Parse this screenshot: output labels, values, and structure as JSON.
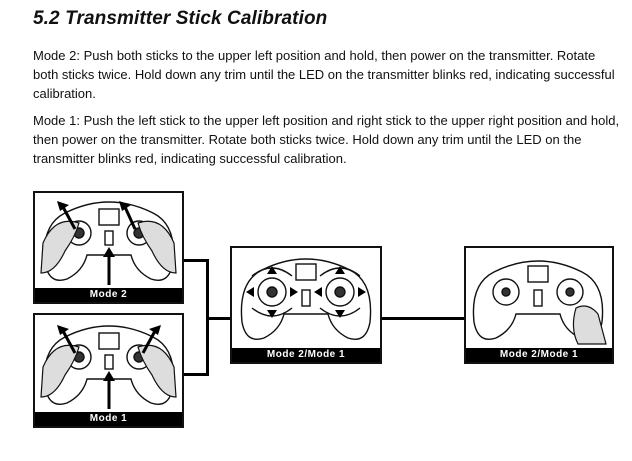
{
  "section": {
    "title": "5.2 Transmitter Stick Calibration"
  },
  "paragraphs": {
    "mode2": "Mode 2: Push both sticks to the upper left position and hold, then power on the transmitter. Rotate both sticks twice. Hold down any trim until the LED on the  transmitter blinks red, indicating successful calibration.",
    "mode1": "Mode 1: Push the left stick to the upper left position and right stick to the upper right position and hold, then power on the transmitter. Rotate both sticks twice. Hold down any trim until the LED on the  transmitter blinks red, indicating successful calibration."
  },
  "figures": {
    "mode2": {
      "caption": "Mode  2"
    },
    "mode1": {
      "caption": "Mode  1"
    },
    "rotate": {
      "caption": "Mode  2/Mode  1"
    },
    "trim": {
      "caption": "Mode  2/Mode  1"
    }
  }
}
